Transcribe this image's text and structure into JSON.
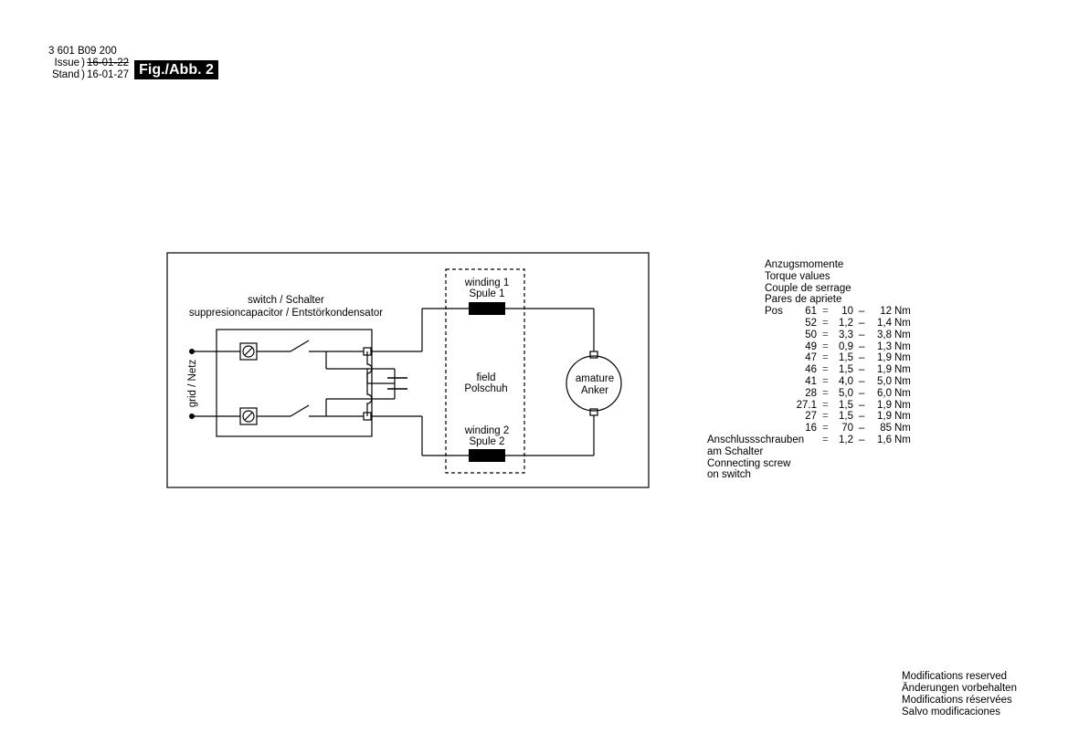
{
  "header": {
    "part_number": "3 601 B09 200",
    "issue_label": "Issue",
    "issue_date": "16-01-22",
    "stand_label": "Stand",
    "stand_date": "16-01-27",
    "figure": "Fig./Abb. 2"
  },
  "circuit": {
    "switch_title": "switch / Schalter",
    "switch_subtitle": "suppresioncapacitor / Entstörkondensator",
    "grid_label": "grid / Netz",
    "winding1_line1": "winding 1",
    "winding1_line2": "Spule 1",
    "field_line1": "field",
    "field_line2": "Polschuh",
    "winding2_line1": "winding 2",
    "winding2_line2": "Spule 2",
    "armature_line1": "amature",
    "armature_line2": "Anker"
  },
  "torque": {
    "titles": [
      "Anzugsmomente",
      "Torque values",
      "Couple de serrage",
      "Pares de apriete"
    ],
    "pos_label": "Pos",
    "rows": [
      {
        "pos": "61",
        "eq": "=",
        "v1": "10",
        "dash": "–",
        "v2": "12",
        "unit": "Nm"
      },
      {
        "pos": "52",
        "eq": "=",
        "v1": "1,2",
        "dash": "–",
        "v2": "1,4",
        "unit": "Nm"
      },
      {
        "pos": "50",
        "eq": "=",
        "v1": "3,3",
        "dash": "–",
        "v2": "3,8",
        "unit": "Nm"
      },
      {
        "pos": "49",
        "eq": "=",
        "v1": "0,9",
        "dash": "–",
        "v2": "1,3",
        "unit": "Nm"
      },
      {
        "pos": "47",
        "eq": "=",
        "v1": "1,5",
        "dash": "–",
        "v2": "1,9",
        "unit": "Nm"
      },
      {
        "pos": "46",
        "eq": "=",
        "v1": "1,5",
        "dash": "–",
        "v2": "1,9",
        "unit": "Nm"
      },
      {
        "pos": "41",
        "eq": "=",
        "v1": "4,0",
        "dash": "–",
        "v2": "5,0",
        "unit": "Nm"
      },
      {
        "pos": "28",
        "eq": "=",
        "v1": "5,0",
        "dash": "–",
        "v2": "6,0",
        "unit": "Nm"
      },
      {
        "pos": "27.1",
        "eq": "=",
        "v1": "1,5",
        "dash": "–",
        "v2": "1,9",
        "unit": "Nm"
      },
      {
        "pos": "27",
        "eq": "=",
        "v1": "1,5",
        "dash": "–",
        "v2": "1,9",
        "unit": "Nm"
      },
      {
        "pos": "16",
        "eq": "=",
        "v1": "70",
        "dash": "–",
        "v2": "85",
        "unit": "Nm"
      }
    ],
    "screw": {
      "lines": [
        "Anschlussschrauben",
        "am Schalter",
        "Connecting screw",
        "on switch"
      ],
      "eq": "=",
      "v1": "1,2",
      "dash": "–",
      "v2": "1,6",
      "unit": "Nm"
    }
  },
  "footer": {
    "lines": [
      "Modifications reserved",
      "Änderungen vorbehalten",
      "Modifications réservées",
      "Salvo modificaciones"
    ]
  }
}
